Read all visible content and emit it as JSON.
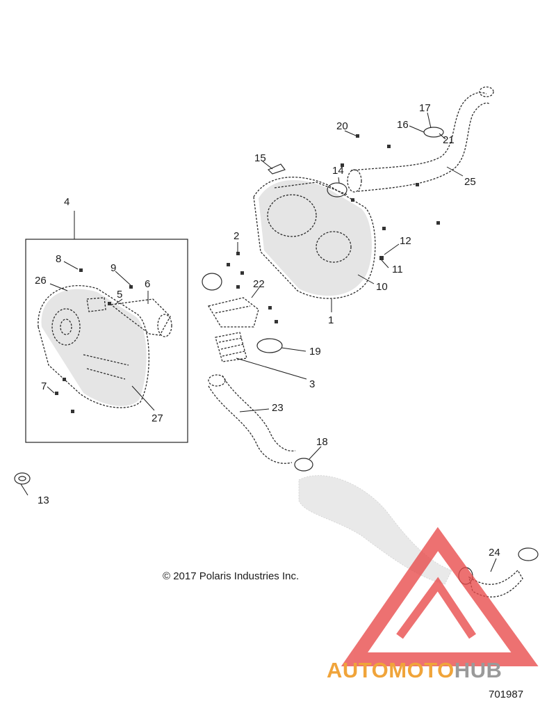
{
  "copyright": "© 2017 Polaris Industries Inc.",
  "drawing_number": "701987",
  "watermark": {
    "part1": "AUTOMOTO",
    "part2": "HUB",
    "color_primary": "#f0a43a",
    "color_secondary": "#9a9a9a",
    "logo_color": "#e84a4a"
  },
  "callouts": [
    "1",
    "2",
    "3",
    "4",
    "5",
    "6",
    "7",
    "8",
    "9",
    "10",
    "11",
    "12",
    "13",
    "14",
    "15",
    "16",
    "17",
    "18",
    "19",
    "20",
    "21",
    "22",
    "23",
    "24",
    "25",
    "26",
    "27"
  ]
}
